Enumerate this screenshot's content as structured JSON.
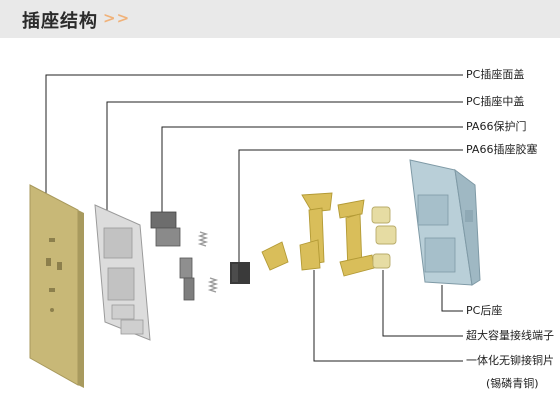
{
  "header": {
    "title": "插座结构",
    "chevrons": ">>"
  },
  "labels": {
    "pc_face_cover": "PC插座面盖",
    "pc_middle_cover": "PC插座中盖",
    "pa66_shutter": "PA66保护门",
    "pa66_plug": "PA66插座胶塞",
    "pc_back_base": "PC后座",
    "large_terminal": "超大容量接线端子",
    "copper_sheet": "一体化无铆接铜片",
    "copper_material": "(锡磷青铜)"
  },
  "colors": {
    "header_bg": "#e9e9e9",
    "chevron": "#f0b27a",
    "gold_face": "#c8b877",
    "gold_part": "#d9be5a",
    "grey_part": "#d3d3d3",
    "blue_base": "#b9cfd8",
    "dark_plug": "#3a3a3a"
  }
}
